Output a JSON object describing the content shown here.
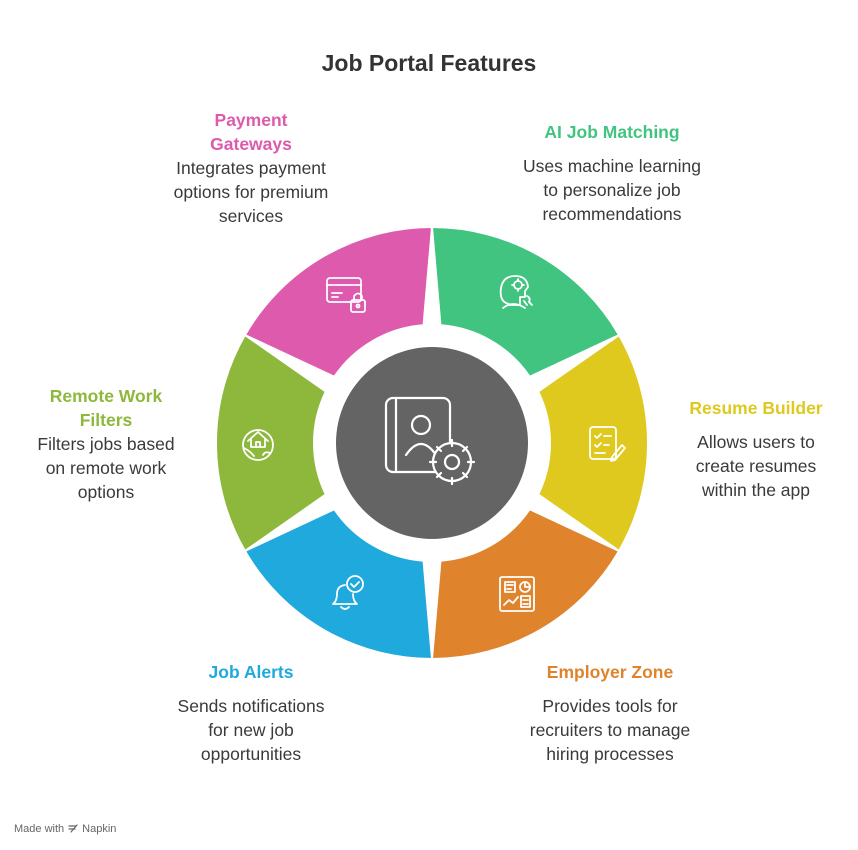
{
  "title": "Job Portal Features",
  "center_icon": "profile-settings-icon",
  "features": [
    {
      "id": "ai-job-matching",
      "title": "AI Job Matching",
      "description": "Uses machine learning to personalize job recommendations",
      "color": "#41c47f",
      "icon": "ai-head-gear-icon"
    },
    {
      "id": "resume-builder",
      "title": "Resume Builder",
      "description": "Allows users to create resumes within the app",
      "color": "#dfc91e",
      "icon": "checklist-pen-icon"
    },
    {
      "id": "employer-zone",
      "title": "Employer Zone",
      "description": "Provides tools for recruiters to manage hiring processes",
      "color": "#e0832d",
      "icon": "dashboard-icon"
    },
    {
      "id": "job-alerts",
      "title": "Job Alerts",
      "description": "Sends notifications for new job opportunities",
      "color": "#1fa9dc",
      "icon": "bell-check-icon"
    },
    {
      "id": "remote-work-filters",
      "title": "Remote Work Filters",
      "description": "Filters jobs based on remote work options",
      "color": "#8db83c",
      "icon": "house-globe-icon"
    },
    {
      "id": "payment-gateways",
      "title": "Payment Gateways",
      "description": "Integrates payment options for premium services",
      "color": "#dd5aad",
      "icon": "card-lock-icon"
    }
  ],
  "footer": {
    "text": "Made with",
    "brand": "Napkin"
  }
}
